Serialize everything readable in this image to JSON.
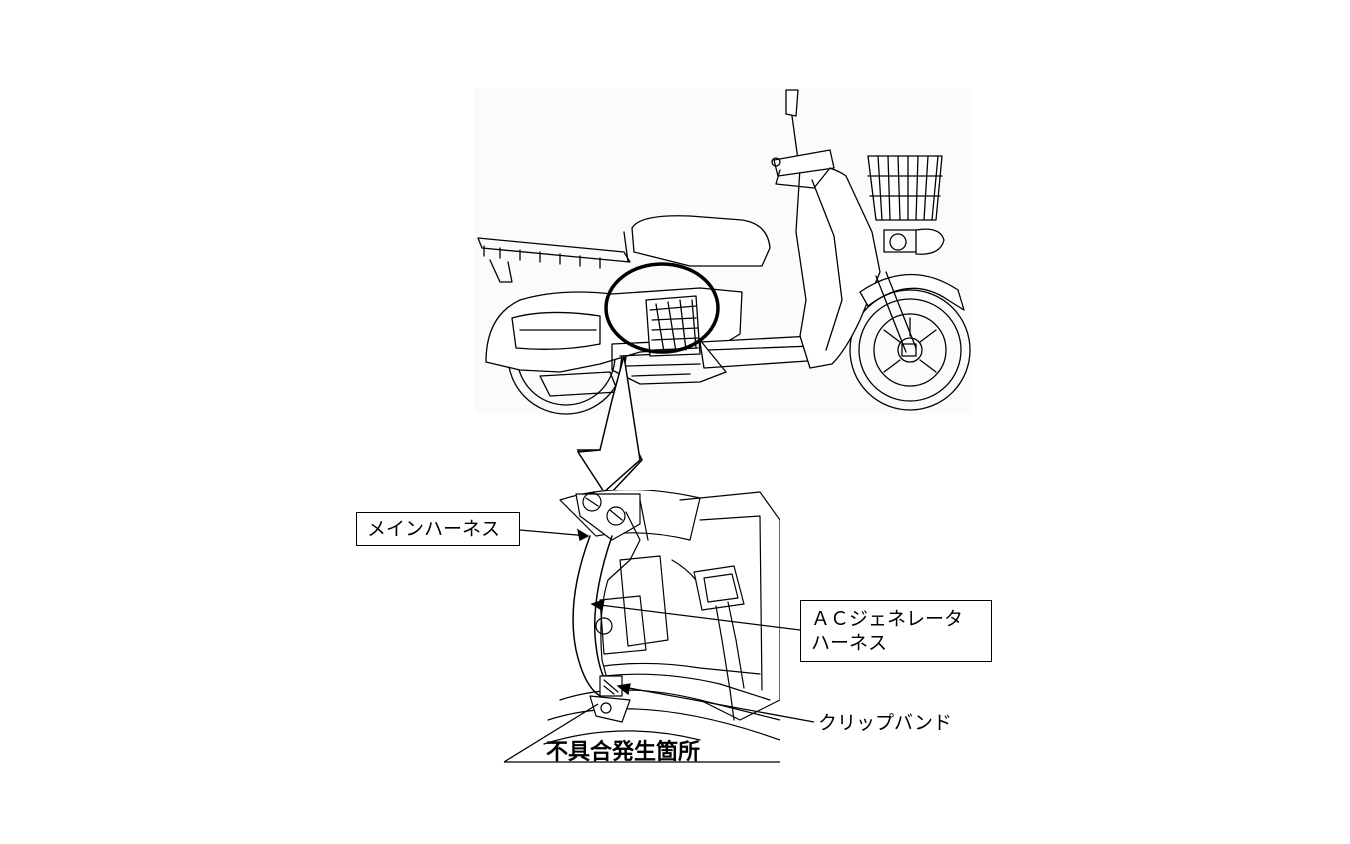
{
  "labels": {
    "main_harness": "メインハーネス",
    "ac_generator_harness_line1": "ＡＣジェネレータ",
    "ac_generator_harness_line2": "ハーネス",
    "clip_band": "クリップバンド",
    "defect_location": "不具合発生箇所"
  }
}
